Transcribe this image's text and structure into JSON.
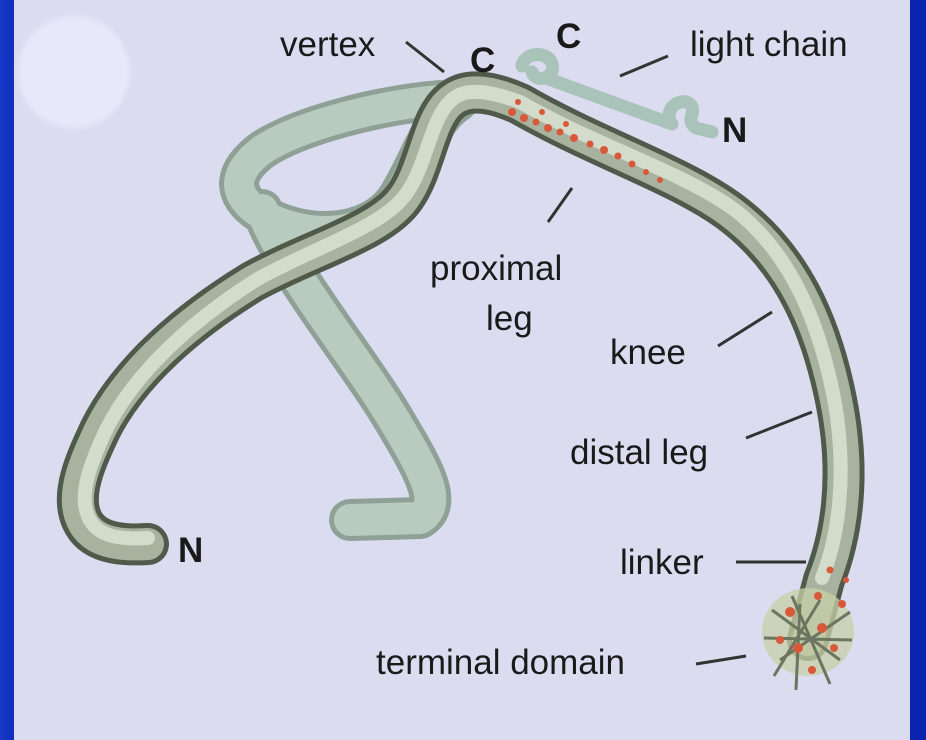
{
  "labels": {
    "vertex": "vertex",
    "c_heavy": "C",
    "c_light": "C",
    "light_chain": "light chain",
    "n_light": "N",
    "proximal": "proximal",
    "leg": "leg",
    "knee": "knee",
    "distal_leg": "distal leg",
    "n_left": "N",
    "linker": "linker",
    "terminal_domain": "terminal domain"
  },
  "colors": {
    "border": "#0a24b0",
    "background": "#dcdcf0",
    "tube_front": "#c6d2bc",
    "tube_back": "#b7c8bc",
    "light_chain": "#a9c3bb",
    "marker": "#d8593a"
  }
}
